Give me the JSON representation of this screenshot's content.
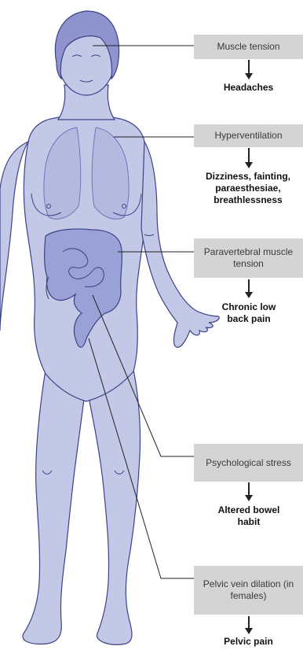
{
  "diagram": {
    "colors": {
      "skin": "#c3c8e6",
      "skin_dark": "#a9b0dc",
      "outline": "#3b4287",
      "hair": "#8f94cf",
      "organ": "#9aa1d6",
      "organ_dark": "#6e76bf",
      "lung": "#b4badf",
      "box_fill": "#d4d4d4",
      "line": "#222222"
    },
    "items": [
      {
        "cause": "Muscle tension",
        "effect": "Headaches"
      },
      {
        "cause": "Hyperventilation",
        "effect": "Dizziness, fainting, paraesthesiae, breathlessness"
      },
      {
        "cause": "Paravertebral muscle tension",
        "effect": "Chronic low back pain"
      },
      {
        "cause": "Psychological stress",
        "effect": "Altered bowel habit"
      },
      {
        "cause": "Pelvic vein dilation (in females)",
        "effect": "Pelvic pain"
      }
    ]
  }
}
